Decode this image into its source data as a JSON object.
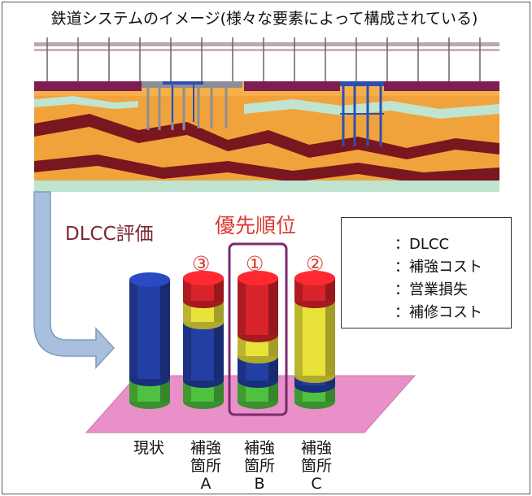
{
  "title": "鉄道システムのイメージ(様々な要素によって構成されている)",
  "evaluation_label": "DLCC評価",
  "priority_label": "優先順位",
  "columns": [
    {
      "label_lines": [
        "現状"
      ],
      "rank": ""
    },
    {
      "label_lines": [
        "補強",
        "箇所",
        "A"
      ],
      "rank": "③"
    },
    {
      "label_lines": [
        "補強",
        "箇所",
        "B"
      ],
      "rank": "①"
    },
    {
      "label_lines": [
        "補強",
        "箇所",
        "C"
      ],
      "rank": "②"
    }
  ],
  "legend": [
    {
      "label": "：DLCC",
      "color": "#d9232a"
    },
    {
      "label": "：補強コスト",
      "color": "#e9e23a"
    },
    {
      "label": "：営業損失",
      "color": "#233fa3"
    },
    {
      "label": "：補修コスト",
      "color": "#4fc03f"
    }
  ],
  "colors": {
    "platform": "#e990c8",
    "highlight": "#7b2a6b",
    "arrow": "#9fb8d8",
    "ground_orange": "#f0a33b",
    "ground_dark": "#7a1620",
    "ground_light": "#bfe4d0"
  }
}
